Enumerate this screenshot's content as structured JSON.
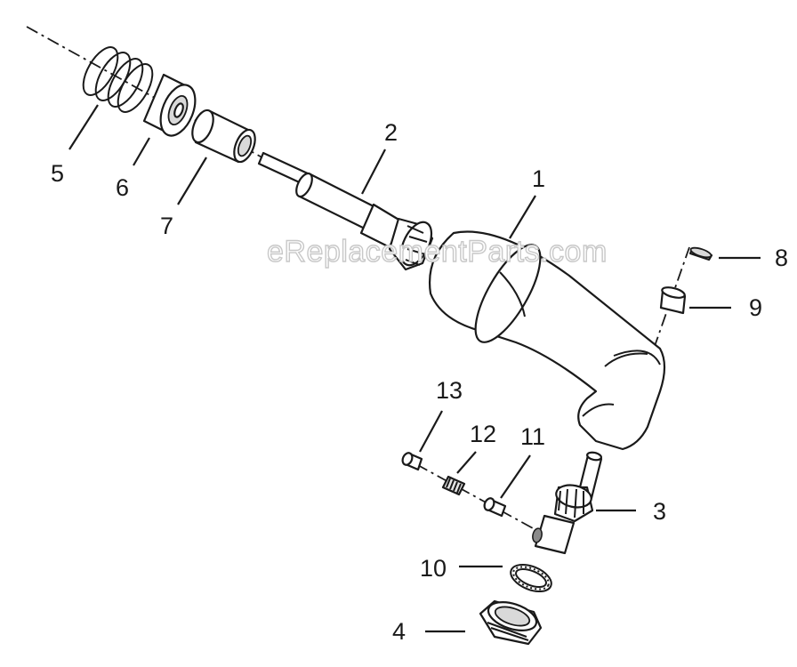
{
  "watermark": "eReplacementParts.com",
  "callouts": [
    {
      "id": "1",
      "label": "1"
    },
    {
      "id": "2",
      "label": "2"
    },
    {
      "id": "3",
      "label": "3"
    },
    {
      "id": "4",
      "label": "4"
    },
    {
      "id": "5",
      "label": "5"
    },
    {
      "id": "6",
      "label": "6"
    },
    {
      "id": "7",
      "label": "7"
    },
    {
      "id": "8",
      "label": "8"
    },
    {
      "id": "9",
      "label": "9"
    },
    {
      "id": "10",
      "label": "10"
    },
    {
      "id": "11",
      "label": "11"
    },
    {
      "id": "12",
      "label": "12"
    },
    {
      "id": "13",
      "label": "13"
    }
  ]
}
